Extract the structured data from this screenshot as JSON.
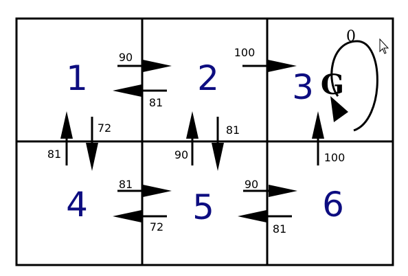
{
  "grid": {
    "line_color": "#000000",
    "state_color": "#0d0d80",
    "states": [
      "1",
      "2",
      "3",
      "4",
      "5",
      "6"
    ],
    "goal": "G",
    "self_loop_value": "0"
  },
  "transitions": [
    {
      "from": "1",
      "to": "2",
      "value": "90"
    },
    {
      "from": "2",
      "to": "1",
      "value": "81"
    },
    {
      "from": "2",
      "to": "3",
      "value": "100"
    },
    {
      "from": "1",
      "to": "4",
      "value": "72"
    },
    {
      "from": "4",
      "to": "1",
      "value": "81"
    },
    {
      "from": "2",
      "to": "5",
      "value": "81"
    },
    {
      "from": "5",
      "to": "2",
      "value": "90"
    },
    {
      "from": "6",
      "to": "3",
      "value": "100"
    },
    {
      "from": "4",
      "to": "5",
      "value": "81"
    },
    {
      "from": "5",
      "to": "4",
      "value": "72"
    },
    {
      "from": "5",
      "to": "6",
      "value": "90"
    },
    {
      "from": "6",
      "to": "5",
      "value": "81"
    }
  ]
}
